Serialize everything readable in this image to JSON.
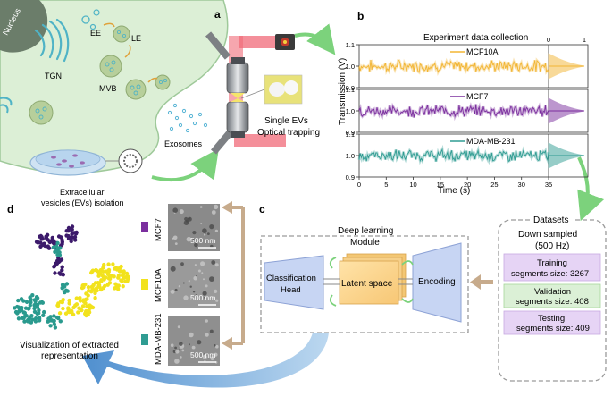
{
  "panels": {
    "a": "a",
    "b": "b",
    "c": "c",
    "d": "d"
  },
  "cell": {
    "nucleus": "Nucleus",
    "ee": "EE",
    "le": "LE",
    "tgn": "TGN",
    "mvb": "MVB",
    "exosomes": "Exosomes",
    "ev_isolation_line1": "Extracellular",
    "ev_isolation_line2": "vesicles (EVs) isolation"
  },
  "optics": {
    "label_line1": "Single EVs",
    "label_line2": "Optical trapping"
  },
  "colors": {
    "mcf10a": "#f2b533",
    "mcf7": "#7b2f9e",
    "mda": "#2f9c92",
    "scatter_mcf7": "#3c1a6b",
    "scatter_mcf10a": "#f2e21c",
    "scatter_mda": "#2a9a8e",
    "arrow_green": "#7cd27c",
    "arrow_tan": "#c7ab8c",
    "arrow_blue": "#7fb4e0",
    "laser": "#f06a78"
  },
  "chart_data": {
    "type": "line",
    "title": "Experiment data collection",
    "xlabel": "Time (s)",
    "ylabel": "Transmission (V)",
    "xlim": [
      0,
      35
    ],
    "x_ticks": [
      "0",
      "5",
      "10",
      "15",
      "20",
      "25",
      "30",
      "35"
    ],
    "top_axis_ticks": [
      "0",
      "1"
    ],
    "series": [
      {
        "name": "MCF10A",
        "mean": 1.0,
        "ylim": [
          0.9,
          1.1
        ],
        "y_ticks": [
          "0.9",
          "1.0",
          "1.1"
        ]
      },
      {
        "name": "MCF7",
        "mean": 1.0,
        "ylim": [
          0.9,
          1.1
        ],
        "y_ticks": [
          "0.9",
          "1.0",
          "1.1"
        ]
      },
      {
        "name": "MDA-MB-231",
        "mean": 1.0,
        "ylim": [
          0.9,
          1.1
        ],
        "y_ticks": [
          "0.9",
          "1.0",
          "1.1"
        ]
      }
    ]
  },
  "datasets": {
    "title": "Datasets",
    "sub1": "Down sampled",
    "sub2": "(500 Hz)",
    "training_l1": "Training",
    "training_l2": "segments size: 3267",
    "validation_l1": "Validation",
    "validation_l2": "segments size: 408",
    "testing_l1": "Testing",
    "testing_l2": "segments size: 409"
  },
  "model": {
    "title_l1": "Deep learning",
    "title_l2": "Module",
    "classification_l1": "Classification",
    "classification_l2": "Head",
    "latent": "Latent space",
    "encoding": "Encoding"
  },
  "tem": {
    "labels": [
      "MCF7",
      "MCF10A",
      "MDA-MB-231"
    ],
    "scale": "500 nm"
  },
  "visualization": {
    "line1": "Visualization of extracted",
    "line2": "representation"
  }
}
